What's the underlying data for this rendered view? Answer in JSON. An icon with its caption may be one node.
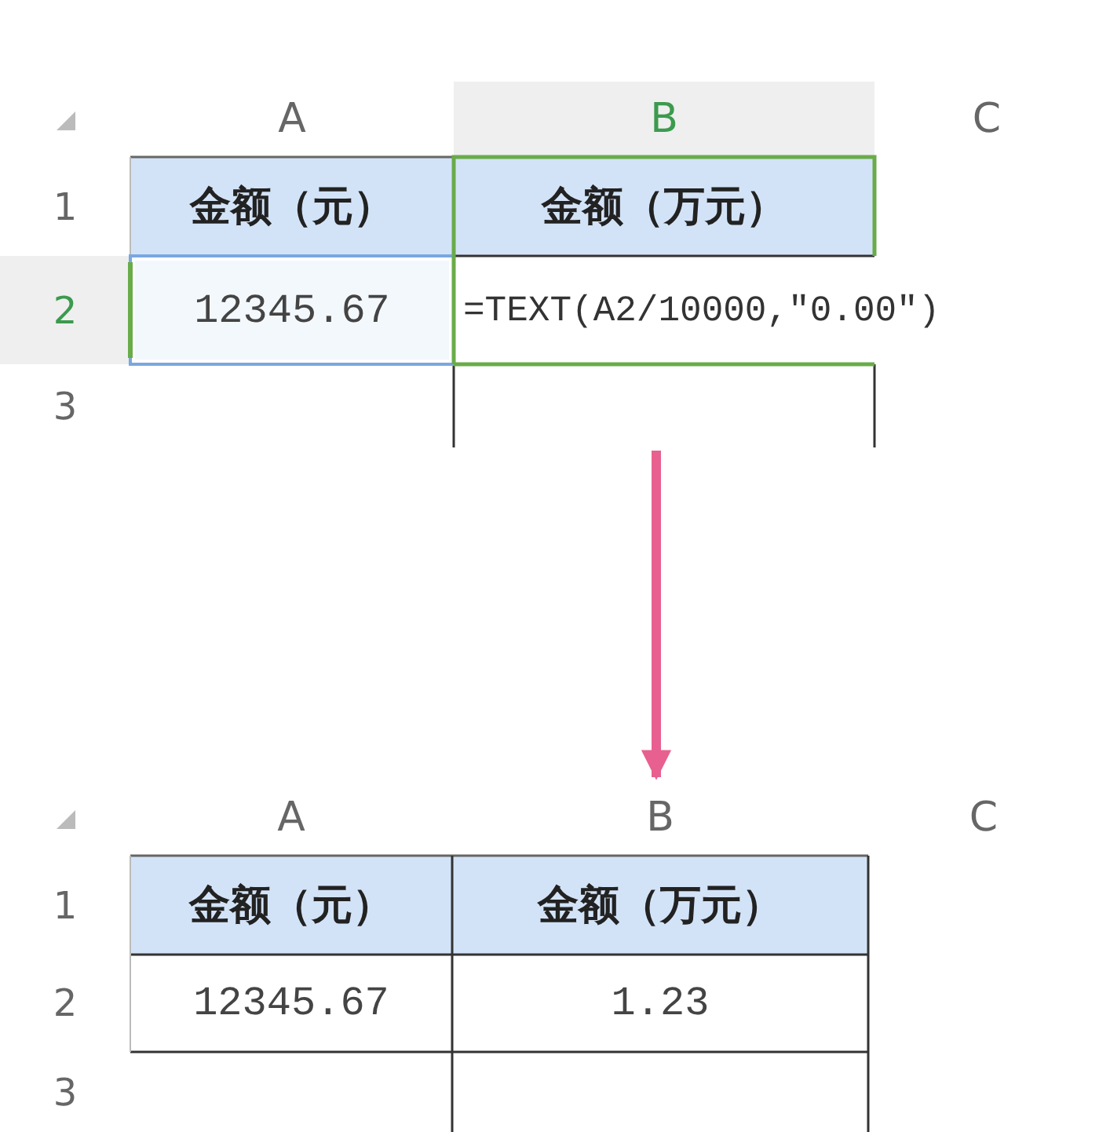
{
  "diagram": {
    "nodes": [
      {
        "text": [
          "A",
          "B",
          "C",
          "1",
          "金额（元）",
          "金额（万元）",
          "2",
          "12345.67",
          "=TEXT(A2/10000,\"0.00\")",
          "3"
        ]
      },
      {
        "text": [
          "A",
          "B",
          "C",
          "1",
          "金额（元）",
          "金额（万元）",
          "2",
          "12345.67",
          "1.23",
          "3"
        ]
      }
    ],
    "edges": [
      {
        "from": 0,
        "to": 1,
        "arrow": "to",
        "color": "#e8608f"
      }
    ]
  }
}
